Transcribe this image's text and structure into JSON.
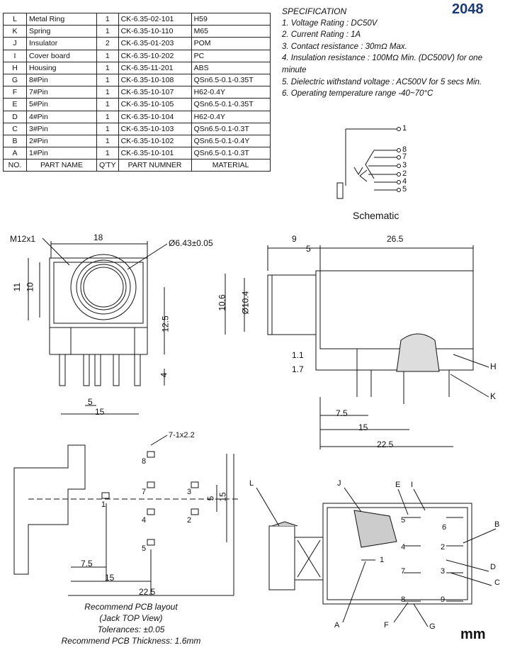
{
  "model": "2048",
  "unit": "mm",
  "parts_table": {
    "headers": [
      "NO.",
      "PART NAME",
      "Q'TY",
      "PART NUMNER",
      "MATERIAL"
    ],
    "rows": [
      {
        "no": "L",
        "name": "Metal Ring",
        "qty": "1",
        "part": "CK-6.35-02-101",
        "material": "H59"
      },
      {
        "no": "K",
        "name": "Spring",
        "qty": "1",
        "part": "CK-6.35-10-110",
        "material": "M65"
      },
      {
        "no": "J",
        "name": "Insulator",
        "qty": "2",
        "part": "CK-6.35-01-203",
        "material": "POM"
      },
      {
        "no": "I",
        "name": "Cover board",
        "qty": "1",
        "part": "CK-6.35-10-202",
        "material": "PC"
      },
      {
        "no": "H",
        "name": "Housing",
        "qty": "1",
        "part": "CK-6.35-11-201",
        "material": "ABS"
      },
      {
        "no": "G",
        "name": "8#Pin",
        "qty": "1",
        "part": "CK-6.35-10-108",
        "material": "QSn6.5-0.1-0.35T"
      },
      {
        "no": "F",
        "name": "7#Pin",
        "qty": "1",
        "part": "CK-6.35-10-107",
        "material": "H62-0.4Y"
      },
      {
        "no": "E",
        "name": "5#Pin",
        "qty": "1",
        "part": "CK-6.35-10-105",
        "material": "QSn6.5-0.1-0.35T"
      },
      {
        "no": "D",
        "name": "4#Pin",
        "qty": "1",
        "part": "CK-6.35-10-104",
        "material": "H62-0.4Y"
      },
      {
        "no": "C",
        "name": "3#Pin",
        "qty": "1",
        "part": "CK-6.35-10-103",
        "material": "QSn6.5-0.1-0.3T"
      },
      {
        "no": "B",
        "name": "2#Pin",
        "qty": "1",
        "part": "CK-6.35-10-102",
        "material": "QSn6.5-0.1-0.4Y"
      },
      {
        "no": "A",
        "name": "1#Pin",
        "qty": "1",
        "part": "CK-6.35-10-101",
        "material": "QSn6.5-0.1-0.3T"
      }
    ]
  },
  "specification": {
    "title": "SPECIFICATION",
    "items": [
      "1. Voltage  Rating : DC50V",
      "2. Current Rating : 1A",
      "3. Contact resistance : 30mΩ Max.",
      "4. Insulation resistance : 100MΩ Min. (DC500V) for one minute",
      "5. Dielectric withstand voltage : AC500V for 5 secs Min.",
      "6. Operating temperature range -40~70°C"
    ]
  },
  "schematic": {
    "title": "Schematic",
    "pins": [
      "1",
      "8",
      "7",
      "3",
      "2",
      "4",
      "5"
    ]
  },
  "front_view": {
    "thread": "M12x1",
    "d_width": "18",
    "d_bore": "Ø6.43±0.05",
    "d_h11": "11",
    "d_h10": "10",
    "d_12_5": "12.5",
    "d_4": "4",
    "d_5": "5",
    "d_15": "15"
  },
  "side_view": {
    "d_9": "9",
    "d_5": "5",
    "d_26_5": "26.5",
    "d_10_6": "10.6",
    "d_10_4": "Ø10.4",
    "d_1_1": "1.1",
    "d_1_7": "1.7",
    "d_7_5": "7.5",
    "d_15": "15",
    "d_22_5": "22.5",
    "label_h": "H",
    "label_k": "K"
  },
  "pcb_layout": {
    "hole_note": "7-1x2.2",
    "pins": [
      "8",
      "7",
      "3",
      "1",
      "4",
      "2",
      "5"
    ],
    "d_5": "5",
    "d_15": "15",
    "d_7_5": "7.5",
    "d_15b": "15",
    "d_22_5": "22.5",
    "note_lines": [
      "Recommend PCB layout",
      "(Jack TOP View)",
      "Tolerances: ±0.05",
      "Recommend PCB Thickness: 1.6mm"
    ]
  },
  "section_view": {
    "labels": [
      "L",
      "J",
      "E",
      "I",
      "B",
      "D",
      "C",
      "A",
      "F",
      "G"
    ],
    "pins": [
      "5",
      "6",
      "4",
      "2",
      "1",
      "7",
      "3",
      "8",
      "9"
    ]
  },
  "colors": {
    "line": "#111111",
    "badge": "#1a3a78",
    "watermark": "#e7b0b0"
  }
}
